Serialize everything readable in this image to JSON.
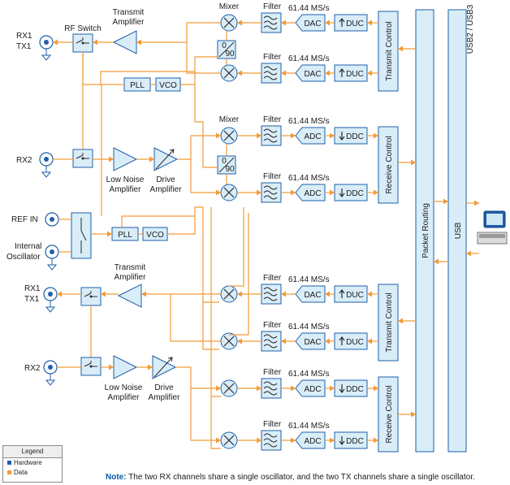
{
  "labels": {
    "rf_switch": "RF Switch",
    "transmit_amplifier": "Transmit Amplifier",
    "mixer": "Mixer",
    "filter": "Filter",
    "rate": "61.44 MS/s",
    "dac": "DAC",
    "adc": "ADC",
    "duc": "DUC",
    "ddc": "DDC",
    "pll": "PLL",
    "vco": "VCO",
    "phase": "0",
    "phase_90": "90",
    "transmit_control": "Transmit Control",
    "receive_control": "Receive Control",
    "packet_routing": "Packet Routing",
    "usb": "USB",
    "usb_versions": "USB2 / USB3",
    "rx1": "RX1",
    "tx1": "TX1",
    "rx2": "RX2",
    "ref_in": "REF IN",
    "internal": "Internal",
    "oscillator": "Oscillator",
    "low_noise": "Low Noise",
    "amplifier": "Amplifier",
    "drive": "Drive",
    "transmit": "Transmit"
  },
  "legend": {
    "title": "Legend",
    "items": [
      {
        "label": "Hardware",
        "color": "#1f5fa8"
      },
      {
        "label": "Data",
        "color": "#f29b38"
      }
    ]
  },
  "note": {
    "prefix": "Note:",
    "text": " The two RX channels share a single oscillator, and the two TX channels share a single oscillator."
  },
  "colors": {
    "data_line": "#f29b38",
    "block_fill": "#d9edf8",
    "block_stroke": "#1f5fa8",
    "ground": "#1f5fa8"
  }
}
